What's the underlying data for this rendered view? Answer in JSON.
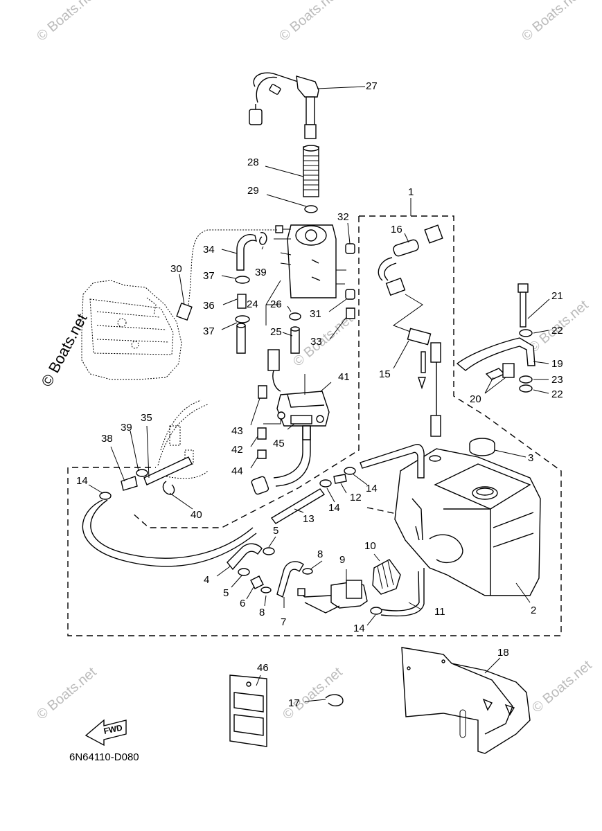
{
  "watermarks": {
    "corner": "© Boats.net",
    "main": "© Boats.net"
  },
  "labels": {
    "p1": "1",
    "p2": "2",
    "p3": "3",
    "p4": "4",
    "p5a": "5",
    "p5b": "5",
    "p6": "6",
    "p7": "7",
    "p8a": "8",
    "p8b": "8",
    "p9": "9",
    "p10": "10",
    "p11": "11",
    "p12": "12",
    "p13": "13",
    "p14a": "14",
    "p14b": "14",
    "p14c": "14",
    "p14d": "14",
    "p15": "15",
    "p16": "16",
    "p17": "17",
    "p18": "18",
    "p19": "19",
    "p20": "20",
    "p21": "21",
    "p22a": "22",
    "p22b": "22",
    "p23": "23",
    "p24": "24",
    "p25": "25",
    "p26": "26",
    "p27": "27",
    "p28": "28",
    "p29": "29",
    "p30": "30",
    "p31": "31",
    "p32": "32",
    "p33": "33",
    "p34": "34",
    "p35": "35",
    "p36": "36",
    "p37a": "37",
    "p37b": "37",
    "p38": "38",
    "p39a": "39",
    "p39b": "39",
    "p40": "40",
    "p41": "41",
    "p42": "42",
    "p43": "43",
    "p44": "44",
    "p45": "45",
    "p46": "46"
  },
  "fwd_arrow": "FWD",
  "diagram_code": "6N64110-D080"
}
